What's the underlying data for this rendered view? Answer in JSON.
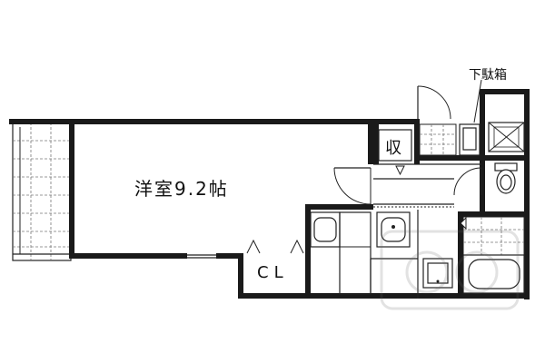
{
  "rooms": {
    "western_room": "洋室9.2帖",
    "storage": "収",
    "closet": "CL",
    "shoe_box": "下駄箱"
  },
  "colors": {
    "wall": "#1a1a1a",
    "line": "#222222",
    "background": "#ffffff"
  }
}
